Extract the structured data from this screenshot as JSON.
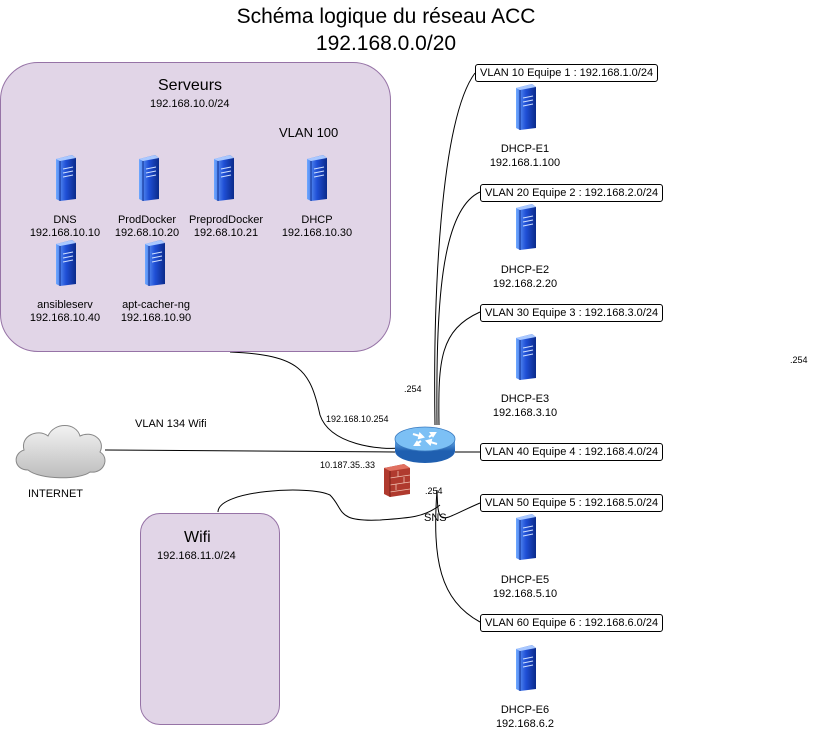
{
  "title": {
    "line1": "Schéma logique du réseau ACC",
    "line2": "192.168.0.0/20"
  },
  "servers_zone": {
    "label": "Serveurs",
    "subnet": "192.168.10.0/24",
    "vlan": "VLAN 100",
    "servers": [
      {
        "name": "DNS",
        "ip": "192.168.10.10"
      },
      {
        "name": "ProdDocker",
        "ip": "192.68.10.20"
      },
      {
        "name": "PreprodDocker",
        "ip": "192.68.10.21"
      },
      {
        "name": "DHCP",
        "ip": "192.168.10.30"
      },
      {
        "name": "ansibleserv",
        "ip": "192.168.10.40"
      },
      {
        "name": "apt-cacher-ng",
        "ip": "192.168.10.90"
      }
    ]
  },
  "wifi_zone": {
    "label": "Wifi",
    "subnet": "192.168.11.0/24"
  },
  "internet": {
    "label": "INTERNET"
  },
  "router": {
    "name": "SNS",
    "ip_servers": "192.168.10.254",
    "ip_wan": "10.187.35..33",
    "ip_wifi": ".254",
    "ip_top": ".254",
    "vlan_wifi": "VLAN 134 Wifi"
  },
  "stray_label": ".254",
  "vlans": [
    {
      "label": "VLAN 10 Equipe 1 : 192.168.1.0/24",
      "dhcp_name": "DHCP-E1",
      "dhcp_ip": "192.168.1.100"
    },
    {
      "label": "VLAN 20 Equipe 2 : 192.168.2.0/24",
      "dhcp_name": "DHCP-E2",
      "dhcp_ip": "192.168.2.20"
    },
    {
      "label": "VLAN 30 Equipe 3 : 192.168.3.0/24",
      "dhcp_name": "DHCP-E3",
      "dhcp_ip": "192.168.3.10"
    },
    {
      "label": "VLAN 40 Equipe 4 : 192.168.4.0/24"
    },
    {
      "label": "VLAN 50 Equipe 5 : 192.168.5.0/24",
      "dhcp_name": "DHCP-E5",
      "dhcp_ip": "192.168.5.10"
    },
    {
      "label": "VLAN 60 Equipe 6 : 192.168.6.0/24",
      "dhcp_name": "DHCP-E6",
      "dhcp_ip": "192.168.6.2"
    }
  ],
  "colors": {
    "zone_fill": "#e1d5e7",
    "zone_stroke": "#9673a6",
    "server_blue": "#1f4fd6",
    "router_blue": "#2f7fd0",
    "firewall_red": "#c0392b"
  }
}
